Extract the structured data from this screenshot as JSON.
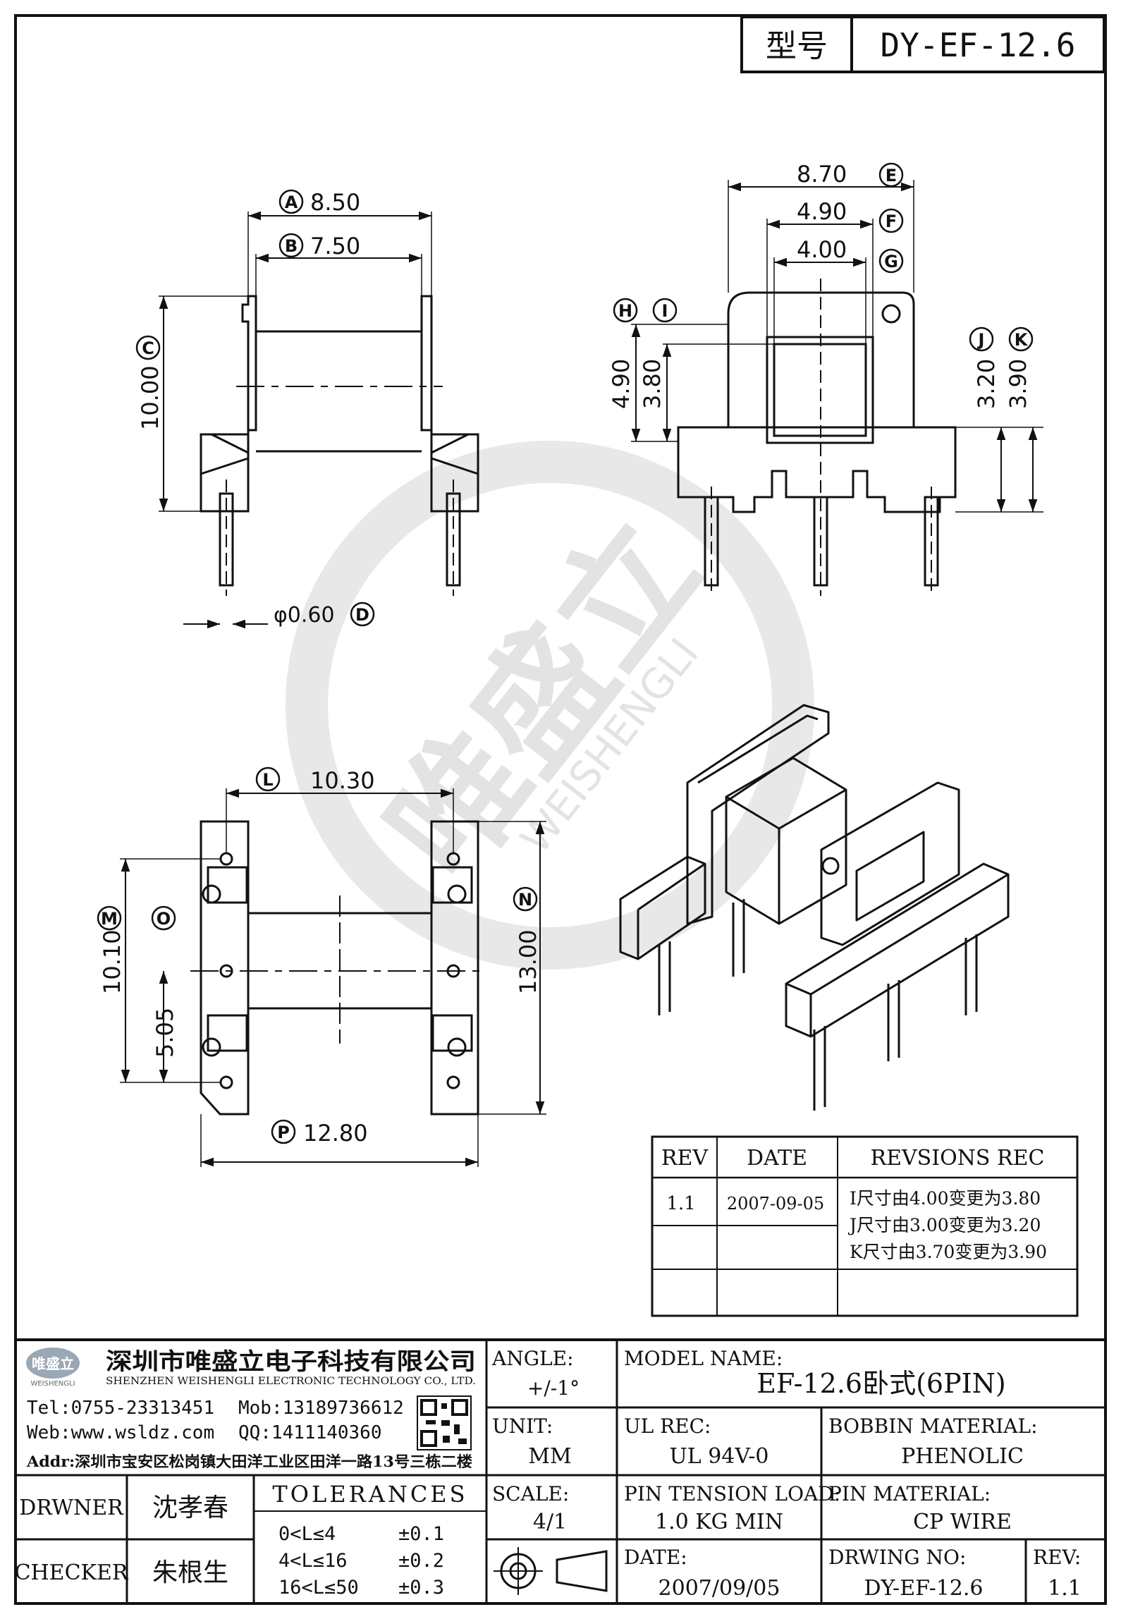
{
  "header": {
    "type_label": "型号",
    "type_value": "DY-EF-12.6"
  },
  "front_view": {
    "A": "A",
    "A_value": "8.50",
    "B": "B",
    "B_value": "7.50",
    "C": "C",
    "C_value": "10.00",
    "D": "D",
    "D_value": "φ0.60"
  },
  "side_view": {
    "E": "E",
    "E_value": "8.70",
    "F": "F",
    "F_value": "4.90",
    "G": "G",
    "G_value": "4.00",
    "H": "H",
    "H_value": "4.90",
    "I": "I",
    "I_value": "3.80",
    "J": "J",
    "J_value": "3.20",
    "K": "K",
    "K_value": "3.90"
  },
  "bottom_view": {
    "L": "L",
    "L_value": "10.30",
    "M": "M",
    "M_value": "10.10",
    "N": "N",
    "N_value": "13.00",
    "O": "O",
    "O_value": "5.05",
    "P": "P",
    "P_value": "12.80"
  },
  "watermark": {
    "brand_cn": "唯盛立",
    "brand_en": "WEISHENGLI"
  },
  "revision_table": {
    "headers": [
      "REV",
      "DATE",
      "REVSIONS REC"
    ],
    "rows": [
      {
        "rev": "1.1",
        "date": "2007-09-05",
        "notes": [
          "I尺寸由4.00变更为3.80",
          "J尺寸由3.00变更为3.20",
          "K尺寸由3.70变更为3.90"
        ]
      }
    ]
  },
  "company": {
    "logo_cn": "唯盛立",
    "logo_en": "WEISHENGLI",
    "name_cn": "深圳市唯盛立电子科技有限公司",
    "name_en": "SHENZHEN WEISHENGLI ELECTRONIC TECHNOLOGY CO., LTD.",
    "tel": "Tel:0755-23313451",
    "mob": "Mob:13189736612",
    "web": "Web:www.wsldz.com",
    "qq": "QQ:1411140360",
    "addr": "Addr:深圳市宝安区松岗镇大田洋工业区田洋一路13号三栋二楼"
  },
  "title_block": {
    "angle_label": "ANGLE:",
    "angle_value": "+/-1°",
    "model_label": "MODEL NAME:",
    "model_value": "EF-12.6卧式(6PIN)",
    "unit_label": "UNIT:",
    "unit_value": "MM",
    "ul_label": "UL REC:",
    "ul_value": "UL 94V-0",
    "bobbin_label": "BOBBIN MATERIAL:",
    "bobbin_value": "PHENOLIC",
    "scale_label": "SCALE:",
    "scale_value": "4/1",
    "pin_tension_label": "PIN TENSION LOAD:",
    "pin_tension_value": "1.0 KG MIN",
    "pin_material_label": "PIN MATERIAL:",
    "pin_material_value": "CP WIRE",
    "date_label": "DATE:",
    "date_value": "2007/09/05",
    "drawing_no_label": "DRWING NO:",
    "drawing_no_value": "DY-EF-12.6",
    "rev_label": "REV:",
    "rev_value": "1.1",
    "drawer_label": "DRWNER",
    "drawer_value": "沈孝春",
    "checker_label": "CHECKER",
    "checker_value": "朱根生",
    "tolerances_title": "TOLERANCES",
    "tolerances": [
      {
        "range": "0<L≤4",
        "value": "±0.1"
      },
      {
        "range": "4<L≤16",
        "value": "±0.2"
      },
      {
        "range": "16<L≤50",
        "value": "±0.3"
      }
    ]
  }
}
